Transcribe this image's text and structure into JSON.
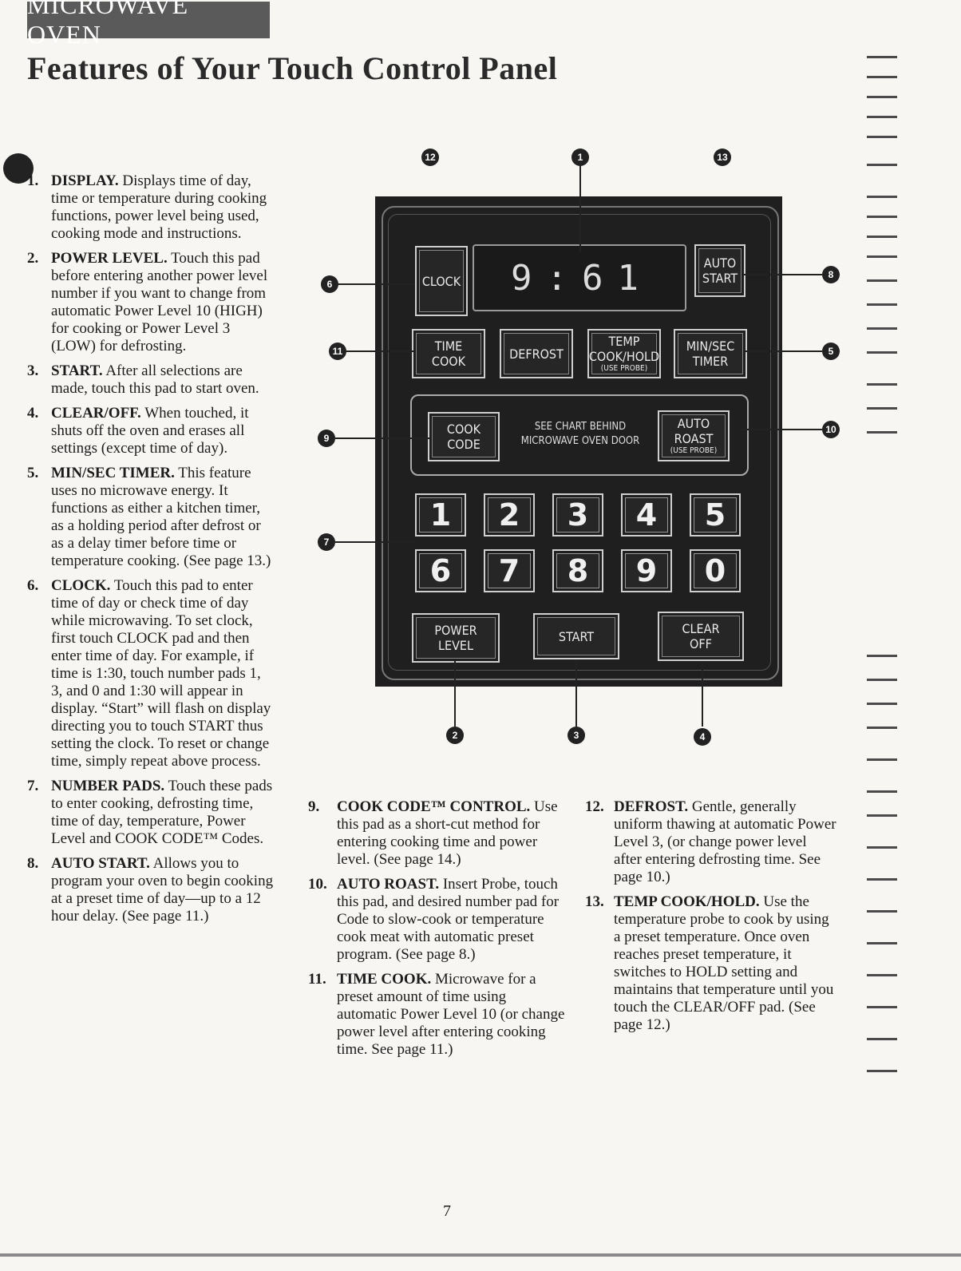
{
  "header": {
    "section_tag": "MICROWAVE OVEN",
    "title": "Features of Your Touch Control Panel"
  },
  "features_left": [
    {
      "num": "1.",
      "name": "DISPLAY.",
      "desc": "Displays time of day, time or temperature during cooking functions, power level being used, cooking mode and instructions."
    },
    {
      "num": "2.",
      "name": "POWER LEVEL.",
      "desc": "Touch this pad before entering another power level number if you want to change from automatic Power Level 10 (HIGH) for cooking or Power Level 3 (LOW) for defrosting."
    },
    {
      "num": "3.",
      "name": "START.",
      "desc": "After all selections are made, touch this pad to start oven."
    },
    {
      "num": "4.",
      "name": "CLEAR/OFF.",
      "desc": "When touched, it shuts off the oven and erases all settings (except time of day)."
    },
    {
      "num": "5.",
      "name": "MIN/SEC TIMER.",
      "desc": "This feature uses no microwave energy. It functions as either a kitchen timer, as a holding period after defrost or as a delay timer before time or temperature cooking. (See page 13.)"
    },
    {
      "num": "6.",
      "name": "CLOCK.",
      "desc": "Touch this pad to enter time of day or check time of day while microwaving. To set clock, first touch CLOCK pad and then enter time of day. For example, if time is 1:30, touch number pads 1, 3, and 0 and 1:30 will appear in display. “Start” will flash on display directing you to touch START thus setting the clock. To reset or change time, simply repeat above process."
    },
    {
      "num": "7.",
      "name": "NUMBER PADS.",
      "desc": "Touch these pads to enter cooking, defrosting time, time of day, temperature, Power Level and COOK CODE™ Codes."
    },
    {
      "num": "8.",
      "name": "AUTO START.",
      "desc": "Allows you to program your oven to begin cooking at a preset time of day—up to a 12 hour delay. (See page 11.)"
    }
  ],
  "features_mid": [
    {
      "num": "9.",
      "name": "COOK CODE™ CONTROL.",
      "desc": "Use this pad as a short-cut method for entering cooking time and power level. (See page 14.)"
    },
    {
      "num": "10.",
      "name": "AUTO ROAST.",
      "desc": "Insert Probe, touch this pad, and desired number pad for Code to slow-cook or temperature cook meat with automatic preset program. (See page 8.)"
    },
    {
      "num": "11.",
      "name": "TIME COOK.",
      "desc": "Microwave for a preset amount of time using automatic Power Level 10 (or change power level after entering cooking time. See page 11.)"
    }
  ],
  "features_right": [
    {
      "num": "12.",
      "name": "DEFROST.",
      "desc": "Gentle, generally uniform thawing at automatic Power Level 3, (or change power level after entering defrosting time. See page 10.)"
    },
    {
      "num": "13.",
      "name": "TEMP COOK/HOLD.",
      "desc": "Use the temperature probe to cook by using a preset temperature. Once oven reaches preset temperature, it switches to HOLD setting and maintains that temperature until you touch the CLEAR/OFF pad. (See page 12.)"
    }
  ],
  "panel": {
    "display": "9:61",
    "keys": {
      "clock": "CLOCK",
      "auto_start_1": "AUTO",
      "auto_start_2": "START",
      "time_cook_1": "TIME",
      "time_cook_2": "COOK",
      "defrost": "DEFROST",
      "temp_1": "TEMP",
      "temp_2": "COOK/HOLD",
      "temp_3": "(USE PROBE)",
      "minsec_1": "MIN/SEC",
      "minsec_2": "TIMER",
      "cook_code_1": "COOK",
      "cook_code_2": "CODE",
      "auto_roast_1": "AUTO",
      "auto_roast_2": "ROAST",
      "auto_roast_3": "(USE PROBE)",
      "power_1": "POWER",
      "power_2": "LEVEL",
      "start": "START",
      "clear_1": "CLEAR",
      "clear_2": "OFF"
    },
    "chart_note_1": "SEE CHART BEHIND",
    "chart_note_2": "MICROWAVE OVEN DOOR",
    "numbers": [
      "1",
      "2",
      "3",
      "4",
      "5",
      "6",
      "7",
      "8",
      "9",
      "0"
    ]
  },
  "callouts": [
    "12",
    "1",
    "13",
    "6",
    "8",
    "11",
    "5",
    "9",
    "10",
    "7",
    "2",
    "3",
    "4"
  ],
  "page_number": "7"
}
